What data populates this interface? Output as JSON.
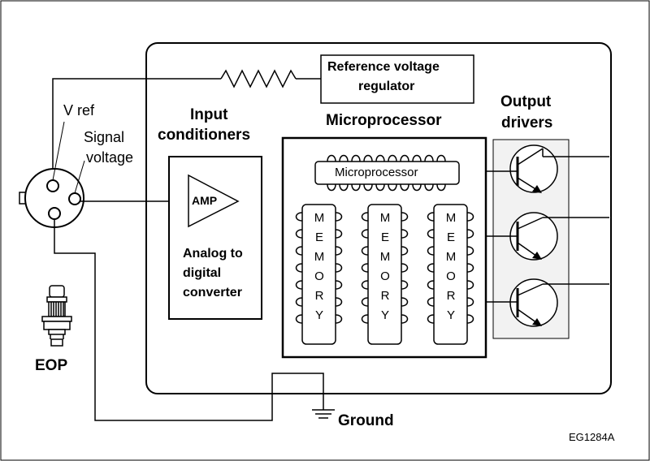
{
  "labels": {
    "reference_voltage_regulator_line1": "Reference voltage",
    "reference_voltage_regulator_line2": "regulator",
    "v_ref": "V ref",
    "signal_voltage_line1": "Signal",
    "signal_voltage_line2": "voltage",
    "input_conditioners_line1": "Input",
    "input_conditioners_line2": "conditioners",
    "microprocessor_heading": "Microprocessor",
    "microprocessor_chip": "Microprocessor",
    "output_drivers_line1": "Output",
    "output_drivers_line2": "drivers",
    "amp": "AMP",
    "adc_line1": "Analog to",
    "adc_line2": "digital",
    "adc_line3": "converter",
    "memory_letters": [
      "M",
      "E",
      "M",
      "O",
      "R",
      "Y"
    ],
    "eop": "EOP",
    "ground": "Ground",
    "figure_code": "EG1284A"
  },
  "colors": {
    "stroke": "#000000",
    "output_panel": "#f2f2f2"
  }
}
